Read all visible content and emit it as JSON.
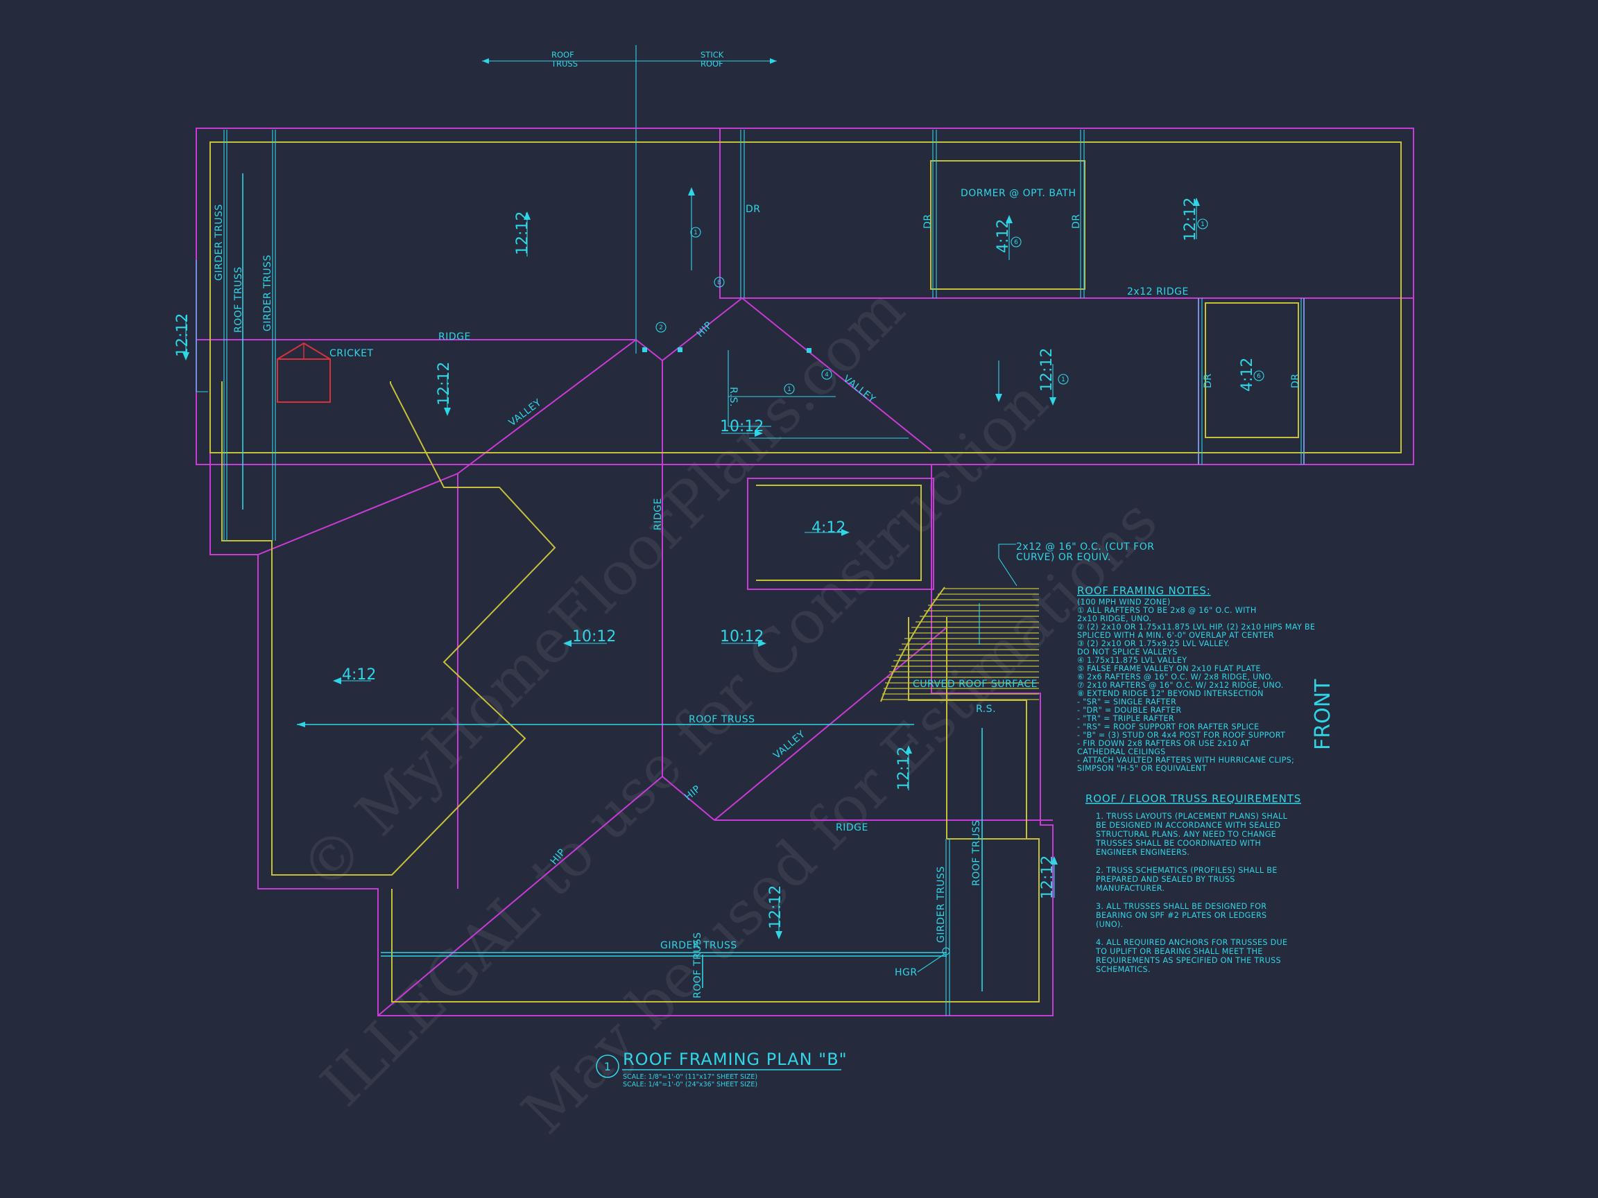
{
  "watermark": {
    "line1": "© MyHomeFloorPlans.com",
    "line2": "ILLEGAL to use for Construction",
    "line3": "May be used for Estimations"
  },
  "legend": {
    "left": "ROOF TRUSS",
    "right": "STICK ROOF"
  },
  "labels": {
    "girder_truss_a": "GIRDER TRUSS",
    "roof_truss_a": "ROOF TRUSS",
    "girder_truss_b": "GIRDER TRUSS",
    "ridge_a": "RIDGE",
    "cricket": "CRICKET",
    "valley_a": "VALLEY",
    "valley_b": "VALLEY",
    "valley_c": "VALLEY",
    "hip_a": "HIP",
    "hip_b": "HIP",
    "hip_c": "HIP",
    "ridge_vertical": "RIDGE",
    "ridge_2x12": "2x12 RIDGE",
    "ridge_b": "RIDGE",
    "dr_a": "DR",
    "dr_b": "DR",
    "dr_c": "DR",
    "dr_d": "DR",
    "dr_e": "DR",
    "dormer": "DORMER @ OPT. BATH",
    "rs_a": "R.S.",
    "rs_b": "R.S.",
    "roof_truss_main": "ROOF TRUSS",
    "curved_roof": "CURVED ROOF SURFACE",
    "rafter_note": "2x12 @ 16\" O.C. (CUT FOR CURVE) OR EQUIV.",
    "roof_truss_right": "ROOF TRUSS",
    "girder_truss_right": "GIRDER TRUSS",
    "girder_truss_bottom": "GIRDER TRUSS",
    "roof_truss_bottom": "ROOF TRUSS",
    "hgr": "HGR",
    "front": "FRONT"
  },
  "pitches": {
    "p1": "12:12",
    "p2": "12:12",
    "p3": "12:12",
    "p4": "4:12",
    "p5": "12:12",
    "p6": "12:12",
    "p7": "4:12",
    "p8": "10:12",
    "p9": "4:12",
    "p10": "10:12",
    "p11": "10:12",
    "p12": "4:12",
    "p13": "12:12",
    "p14": "12:12",
    "p15": "12:12"
  },
  "callouts": {
    "c1": "1",
    "c2": "2",
    "c8": "8",
    "c6": "6",
    "c4": "4"
  },
  "framing_notes": {
    "title": "ROOF FRAMING NOTES:",
    "lines": [
      "(100 MPH WIND ZONE)",
      "① ALL RAFTERS TO BE 2x8 @ 16\" O.C. WITH",
      "    2x10 RIDGE, UNO.",
      "② (2) 2x10 OR 1.75x11.875 LVL HIP. (2) 2x10 HIPS MAY BE",
      "    SPLICED WITH A MIN. 6'-0\" OVERLAP AT CENTER",
      "③ (2) 2x10 OR 1.75x9.25 LVL VALLEY.",
      "    DO NOT SPLICE VALLEYS",
      "④ 1.75x11.875 LVL VALLEY",
      "⑤ FALSE FRAME VALLEY ON 2x10 FLAT PLATE",
      "⑥ 2x6 RAFTERS @ 16\" O.C. W/ 2x8 RIDGE, UNO.",
      "⑦ 2x10 RAFTERS @ 16\" O.C. W/ 2x12 RIDGE, UNO.",
      "⑧ EXTEND RIDGE 12\" BEYOND INTERSECTION",
      "-  \"SR\" = SINGLE RAFTER",
      "-  \"DR\" = DOUBLE RAFTER",
      "-  \"TR\" = TRIPLE RAFTER",
      "-  \"RS\" = ROOF SUPPORT FOR RAFTER SPLICE",
      "-  \"B\" = (3) STUD OR 4x4 POST FOR ROOF SUPPORT",
      "-  FIR DOWN 2x8 RAFTERS OR USE 2x10 AT",
      "    CATHEDRAL CEILINGS",
      "-  ATTACH VAULTED RAFTERS WITH HURRICANE CLIPS;",
      "    SIMPSON \"H-5\" OR EQUIVALENT"
    ]
  },
  "truss_requirements": {
    "title": "ROOF / FLOOR TRUSS REQUIREMENTS",
    "lines": [
      "1. TRUSS LAYOUTS (PLACEMENT PLANS) SHALL",
      "BE DESIGNED IN ACCORDANCE WITH SEALED",
      "STRUCTURAL PLANS. ANY NEED TO CHANGE",
      "TRUSSES SHALL BE COORDINATED WITH",
      "ENGINEER ENGINEERS.",
      "",
      "2. TRUSS SCHEMATICS (PROFILES) SHALL BE",
      "PREPARED AND SEALED BY TRUSS",
      "MANUFACTURER.",
      "",
      "3. ALL TRUSSES SHALL BE DESIGNED FOR",
      "BEARING ON SPF #2 PLATES OR LEDGERS",
      "(UNO).",
      "",
      "4. ALL REQUIRED ANCHORS FOR TRUSSES DUE",
      "TO UPLIFT OR BEARING SHALL MEET THE",
      "REQUIREMENTS AS SPECIFIED ON THE TRUSS",
      "SCHEMATICS."
    ]
  },
  "title_block": {
    "number": "1",
    "title": "ROOF FRAMING PLAN \"B\"",
    "scale1": "SCALE: 1/8\"=1'-0\" (11\"x17\" SHEET SIZE)",
    "scale2": "SCALE: 1/4\"=1'-0\" (24\"x36\" SHEET SIZE)"
  },
  "colors": {
    "background": "#262a3d",
    "outline": "#c93bd6",
    "wall": "#c7c03a",
    "annotation": "#2fd6e6",
    "cricket": "#d8323c"
  }
}
